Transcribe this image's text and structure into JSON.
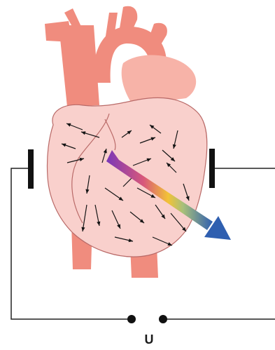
{
  "labels": {
    "voltage": "U"
  },
  "colors": {
    "vessels": "#f08c7e",
    "vessel_light": "#f7b3a8",
    "heart_body": "#f9d0cc",
    "heart_outline": "#b96a68",
    "wire": "#222222",
    "arrow": "#151515",
    "vector_start": "#7a37b8",
    "vector_mid": "#f2c237",
    "vector_end": "#2f5fb0"
  },
  "icons": {
    "heart": "heart-diagram",
    "electrode": "electrode-plate",
    "terminal": "terminal-dot",
    "vector": "electrical-axis-arrow"
  }
}
